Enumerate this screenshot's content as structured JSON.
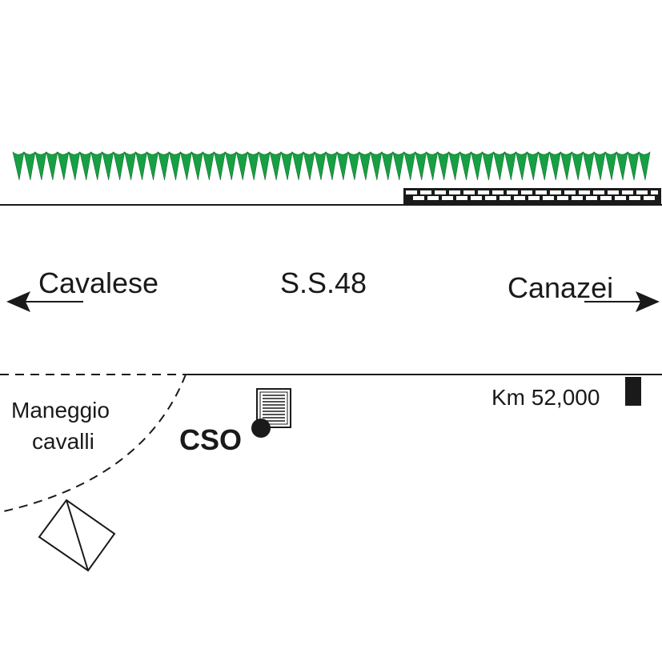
{
  "road": {
    "name": "S.S.48",
    "direction_left": "Cavalese",
    "direction_right": "Canazei",
    "kilometre_marker": "Km 52,000"
  },
  "site": {
    "label": "CSO"
  },
  "area": {
    "label_line1": "Maneggio",
    "label_line2": "cavalli"
  },
  "colors": {
    "vegetation": "#17a043",
    "line": "#1a1a1a",
    "background": "#ffffff"
  },
  "icons": [
    "tree-row-icon",
    "stone-wall-icon",
    "arrow-left-icon",
    "arrow-right-icon",
    "km-marker-icon",
    "cso-dot-icon",
    "cabinet-icon",
    "tilted-box-icon"
  ]
}
